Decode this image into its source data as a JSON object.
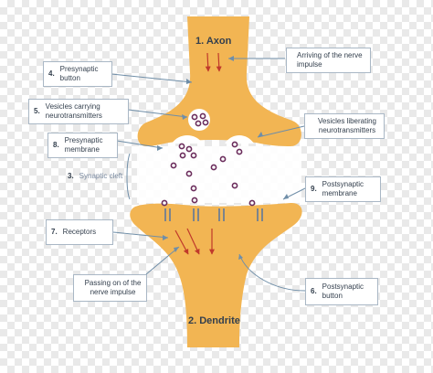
{
  "diagram": {
    "axon_label": "1. Axon",
    "dendrite_label": "2. Dendrite",
    "colors": {
      "neuron": "#f2b553",
      "cleft": "#ffffff",
      "vesicle_ring": "#6b2d5c",
      "arrow": "#c0392b",
      "leader": "#6f8ea8"
    },
    "callouts": [
      {
        "id": "arriving",
        "number": "",
        "text": "Arriving of the nerve impulse"
      },
      {
        "id": "presynaptic-button",
        "number": "4.",
        "text": "Presynaptic button"
      },
      {
        "id": "vesicles-carrying",
        "number": "5.",
        "text": "Vesicles carrying neurotransmitters"
      },
      {
        "id": "vesicles-liberating",
        "number": "",
        "text": "Vesicles liberating neurotransmitters"
      },
      {
        "id": "presynaptic-membrane",
        "number": "8.",
        "text": "Presynaptic membrane"
      },
      {
        "id": "synaptic-cleft",
        "number": "3.",
        "text": "Synaptic cleft"
      },
      {
        "id": "postsynaptic-membrane",
        "number": "9.",
        "text": "Postsynaptic membrane"
      },
      {
        "id": "receptors",
        "number": "7.",
        "text": "Receptors"
      },
      {
        "id": "passing-on",
        "number": "",
        "text": "Passing on of the nerve impulse"
      },
      {
        "id": "postsynaptic-button",
        "number": "6.",
        "text": "Postsynaptic button"
      }
    ]
  }
}
